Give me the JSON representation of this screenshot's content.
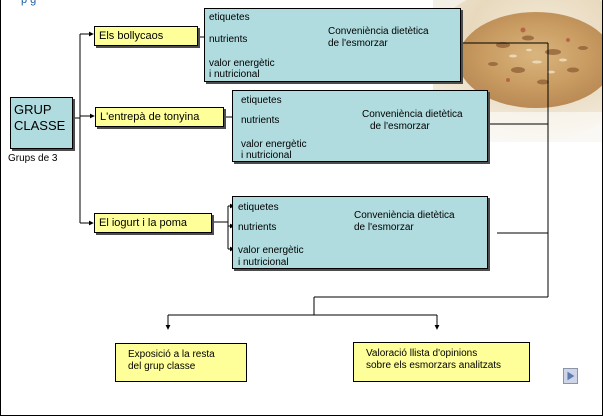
{
  "top_text": "p                                                                    g",
  "grup": {
    "label": "GRUP\nCLASSE",
    "sublabel": "Grups de 3"
  },
  "branches": [
    {
      "category": "Els bollycaos",
      "items": [
        "etiquetes",
        "nutrients",
        "valor energètic",
        "i nutricional"
      ],
      "conclusion": [
        "Conveniència dietètica",
        "de l'esmorzar"
      ]
    },
    {
      "category": "L'entrepà de tonyina",
      "items": [
        "etiquetes",
        "nutrients",
        "valor energètic",
        "i nutricional"
      ],
      "conclusion": [
        "Conveniència dietètica",
        "de l'esmorzar"
      ]
    },
    {
      "category": "El iogurt i la poma",
      "items": [
        "etiquetes",
        "nutrients",
        "valor energètic",
        "i nutricional"
      ],
      "conclusion": [
        "Conveniència dietètica",
        "de l'esmorzar"
      ]
    }
  ],
  "outputs": [
    [
      "Exposició a la resta",
      "del grup classe"
    ],
    [
      "Valoració llista d'opinions",
      "sobre els esmorzars analitzats"
    ]
  ],
  "photo": {
    "icon": "food-photo"
  },
  "nav": {
    "next_icon": "play-triangle-icon"
  },
  "colors": {
    "box_cyan": "#b0dcdf",
    "box_yellow": "#ffff99"
  }
}
